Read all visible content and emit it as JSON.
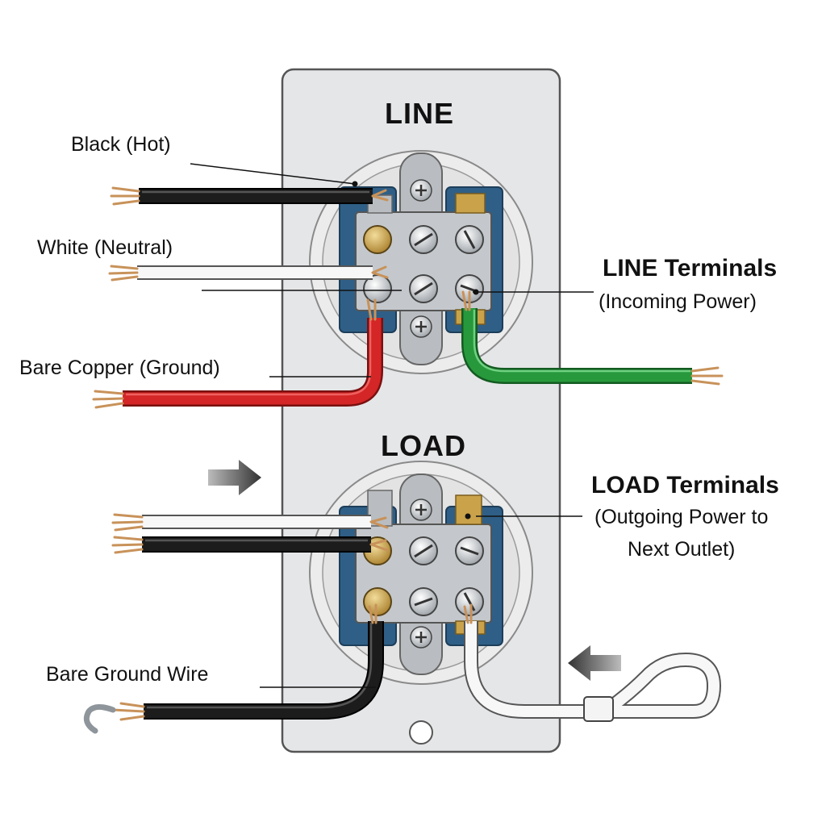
{
  "headings": {
    "line": "LINE",
    "load": "LOAD"
  },
  "labels": {
    "black_hot": "Black (Hot)",
    "white_neutral": "White (Neutral)",
    "bare_copper_ground": "Bare Copper (Ground)",
    "bare_ground_wire": "Bare Ground Wire"
  },
  "callouts": {
    "line_terminals_title": "LINE Terminals",
    "line_terminals_sub": "(Incoming Power)",
    "load_terminals_title": "LOAD Terminals",
    "load_terminals_sub1": "(Outgoing Power to",
    "load_terminals_sub2": "Next Outlet)"
  },
  "colors": {
    "plate": "#e5e6e8",
    "recess": "#2f5f86",
    "terminal": "#c4c8cc",
    "black_wire": "#1c1c1c",
    "white_wire": "#f7f7f7",
    "red_wire": "#d42626",
    "green_wire": "#27993c",
    "copper": "#c8925a",
    "brass": "#c9a24a",
    "arrow": "#555555"
  }
}
